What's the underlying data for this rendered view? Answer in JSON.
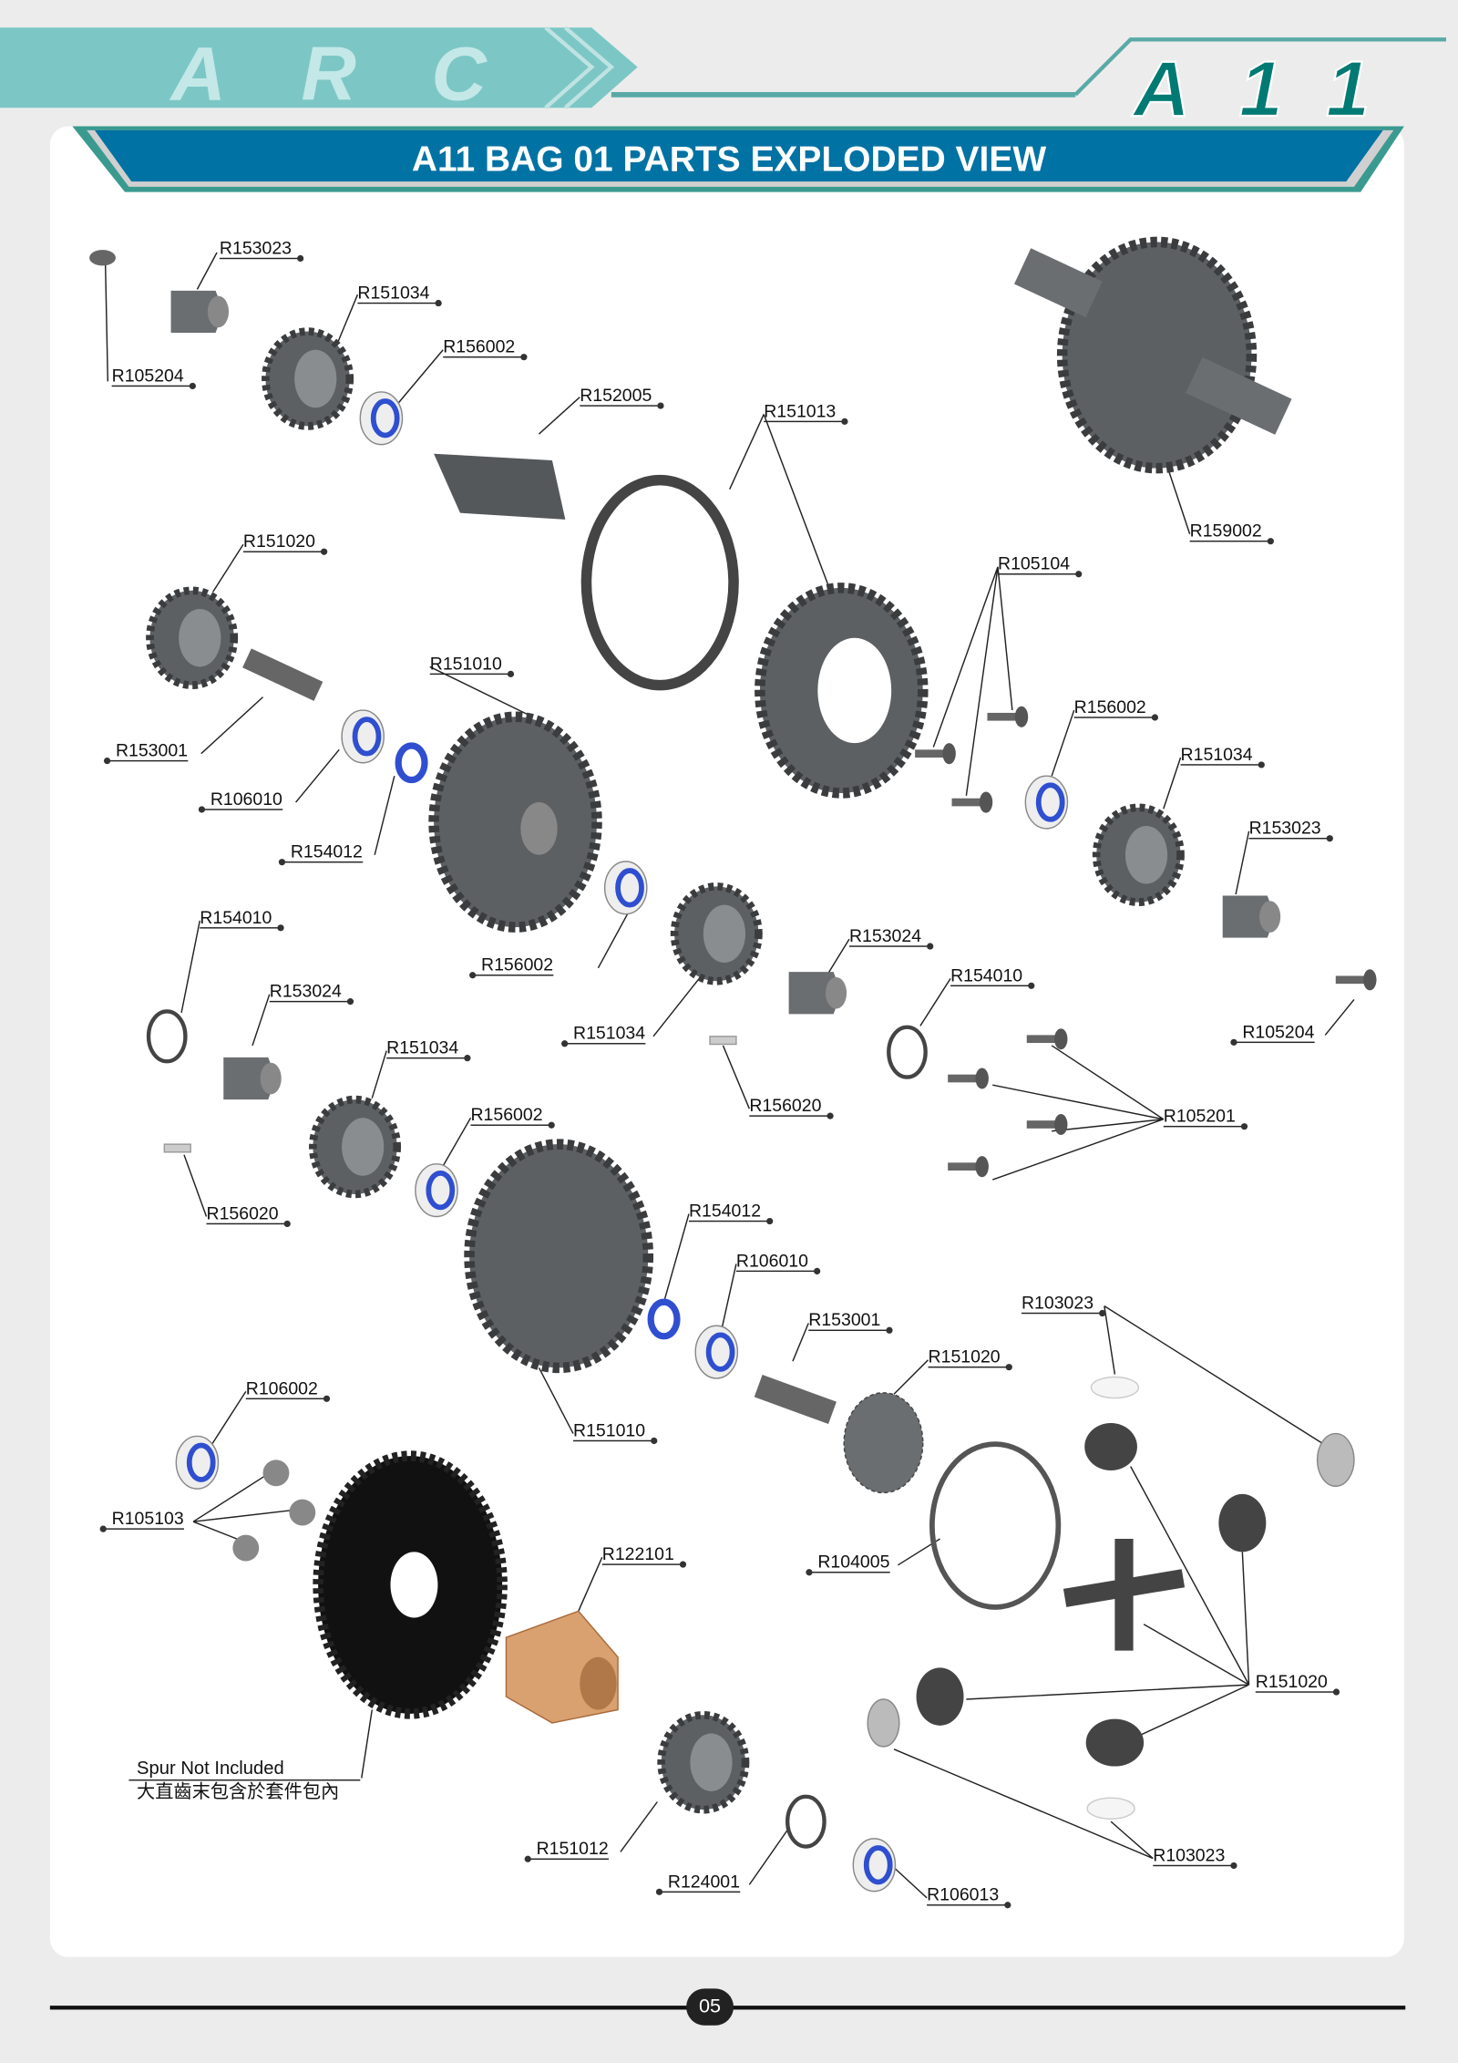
{
  "header": {
    "brand_logo": "ARC",
    "model_logo": "A11",
    "title": "A11 BAG 01 PARTS EXPLODED VIEW"
  },
  "colors": {
    "banner": "#0072a3",
    "teal": "#7cc7c6",
    "model": "#007a73",
    "part_gray": "#5d6063",
    "bearing_blue": "#2f4fd0",
    "hub_copper": "#d9a070"
  },
  "labels": [
    "R153023",
    "R151034",
    "R156002",
    "R105204",
    "R152005",
    "R151013",
    "R159002",
    "R151020",
    "R105104",
    "R151010",
    "R156002",
    "R153001",
    "R151034",
    "R106010",
    "R153023",
    "R154012",
    "R154010",
    "R153024",
    "R156002",
    "R154010",
    "R153024",
    "R151034",
    "R105204",
    "R151034",
    "R156020",
    "R156002",
    "R105201",
    "R156020",
    "R154012",
    "R106010",
    "R153001",
    "R103023",
    "R151020",
    "R106002",
    "R151010",
    "R105103",
    "R122101",
    "R104005",
    "R151020",
    "R151012",
    "R103023",
    "R124001",
    "R106013"
  ],
  "note": {
    "en": "Spur Not Included",
    "zh": "大直齒末包含於套件包內"
  },
  "page_number": "05"
}
